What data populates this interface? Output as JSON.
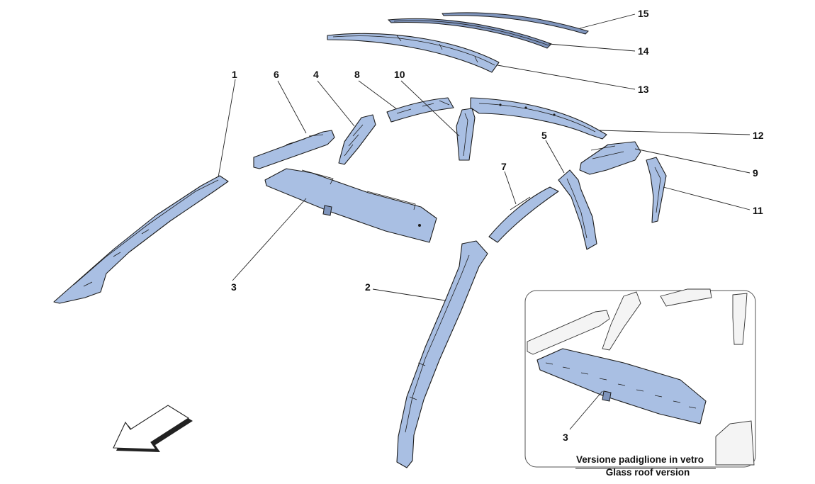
{
  "callouts": {
    "n1": "1",
    "n2": "2",
    "n3": "3",
    "n4": "4",
    "n5": "5",
    "n6": "6",
    "n7": "7",
    "n8": "8",
    "n9": "9",
    "n10": "10",
    "n11": "11",
    "n12": "12",
    "n13": "13",
    "n14": "14",
    "n15": "15",
    "inset3": "3"
  },
  "inset": {
    "caption_it": "Versione padiglione in vetro",
    "caption_en": "Glass roof version"
  },
  "icons": {
    "direction": "front-direction-arrow-icon"
  },
  "colors": {
    "part_fill": "#a9bfe3",
    "outline": "#1c1c1c"
  }
}
